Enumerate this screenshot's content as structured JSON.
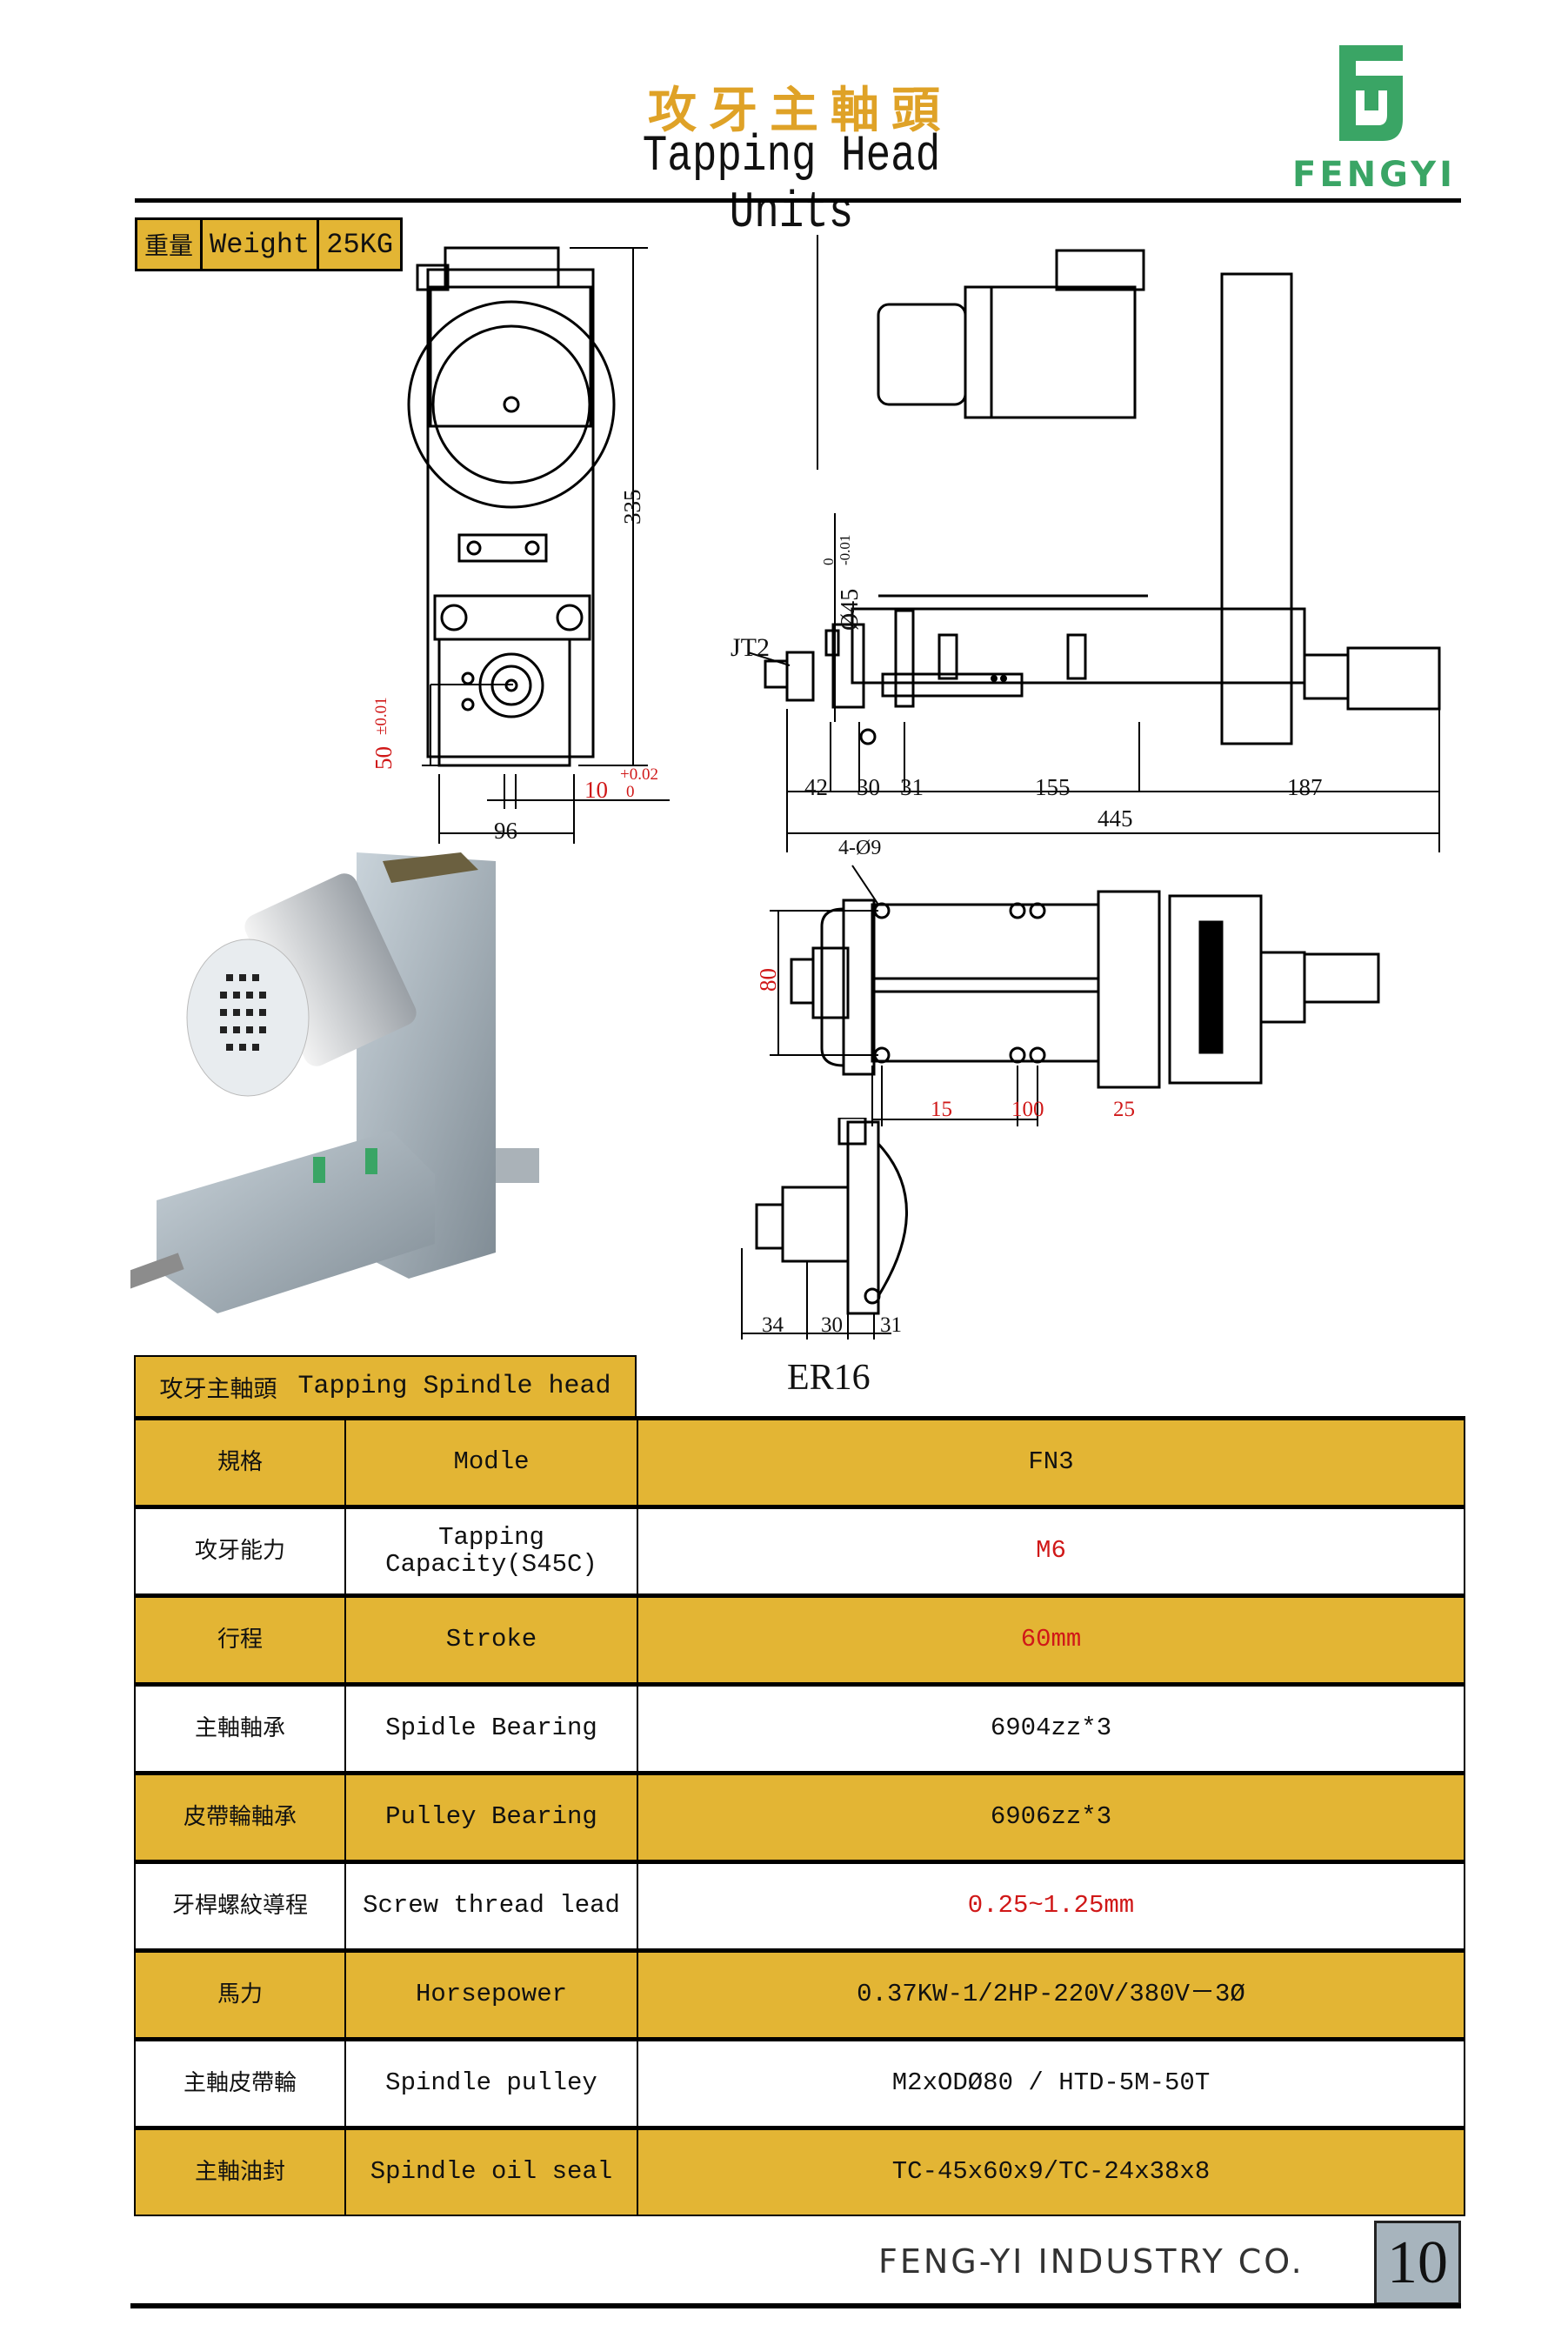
{
  "header": {
    "title_cn": "攻牙主軸頭",
    "title_en": "Tapping Head Units",
    "logo_text": "FENGYI",
    "brand_color": "#3aa565"
  },
  "weight": {
    "label_cn": "重量",
    "label_en": "Weight",
    "value": "25KG"
  },
  "drawing": {
    "front": {
      "height": "335",
      "center_height": "50",
      "center_tol": "±0.01",
      "key_width": "10",
      "key_tol_upper": "+0.02",
      "key_tol_lower": "0",
      "width": "96"
    },
    "side": {
      "taper": "JT2",
      "spindle_dia": "Ø45",
      "spindle_tol_upper": "0",
      "spindle_tol_lower": "-0.01",
      "segments": [
        "42",
        "30",
        "31",
        "155",
        "187"
      ],
      "total": "445"
    },
    "top": {
      "holes": "4-Ø9",
      "hole_spacing": "80",
      "hole_offsets": [
        "15",
        "100",
        "25"
      ]
    },
    "er": {
      "segments": [
        "34",
        "30",
        "31"
      ],
      "label": "ER16"
    }
  },
  "table": {
    "header_cn": "攻牙主軸頭",
    "header_en": "Tapping Spindle head",
    "rows": [
      {
        "cn": "規格",
        "en": "Modle",
        "value": "FN3",
        "red": false
      },
      {
        "cn": "攻牙能力",
        "en": "Tapping Capacity(S45C)",
        "value": "M6",
        "red": true
      },
      {
        "cn": "行程",
        "en": "Stroke",
        "value": "60mm",
        "red": true
      },
      {
        "cn": "主軸軸承",
        "en": "Spidle Bearing",
        "value": "6904zz*3",
        "red": false
      },
      {
        "cn": "皮帶輪軸承",
        "en": "Pulley Bearing",
        "value": "6906zz*3",
        "red": false
      },
      {
        "cn": "牙桿螺紋導程",
        "en": "Screw thread lead",
        "value": "0.25~1.25mm",
        "red": true
      },
      {
        "cn": "馬力",
        "en": "Horsepower",
        "value": "0.37KW-1/2HP-220V/380V－3Ø",
        "red": false
      },
      {
        "cn": "主軸皮帶輪",
        "en": "Spindle pulley",
        "value": "M2xODØ80 / HTD-5M-50T",
        "red": false
      },
      {
        "cn": "主軸油封",
        "en": "Spindle oil seal",
        "value": "TC-45x60x9/TC-24x38x8",
        "red": false
      }
    ]
  },
  "footer": {
    "company": "FENG-YI INDUSTRY CO.",
    "page": "10"
  },
  "colors": {
    "gold": "#E3B534",
    "title_gold": "#DFA227",
    "red": "#d01818",
    "page_box": "#a7b4bd"
  }
}
